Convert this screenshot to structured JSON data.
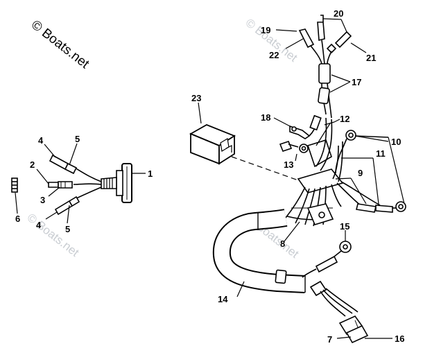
{
  "watermark": {
    "main": "© Boats.net",
    "faint": "© Boats.net"
  },
  "callouts": [
    "1",
    "2",
    "3",
    "4",
    "4",
    "5",
    "5",
    "6",
    "7",
    "8",
    "9",
    "10",
    "11",
    "12",
    "13",
    "14",
    "15",
    "16",
    "17",
    "18",
    "19",
    "20",
    "21",
    "22",
    "23"
  ],
  "colors": {
    "line": "#000000",
    "watermark_faint": "#c9cdd2"
  }
}
